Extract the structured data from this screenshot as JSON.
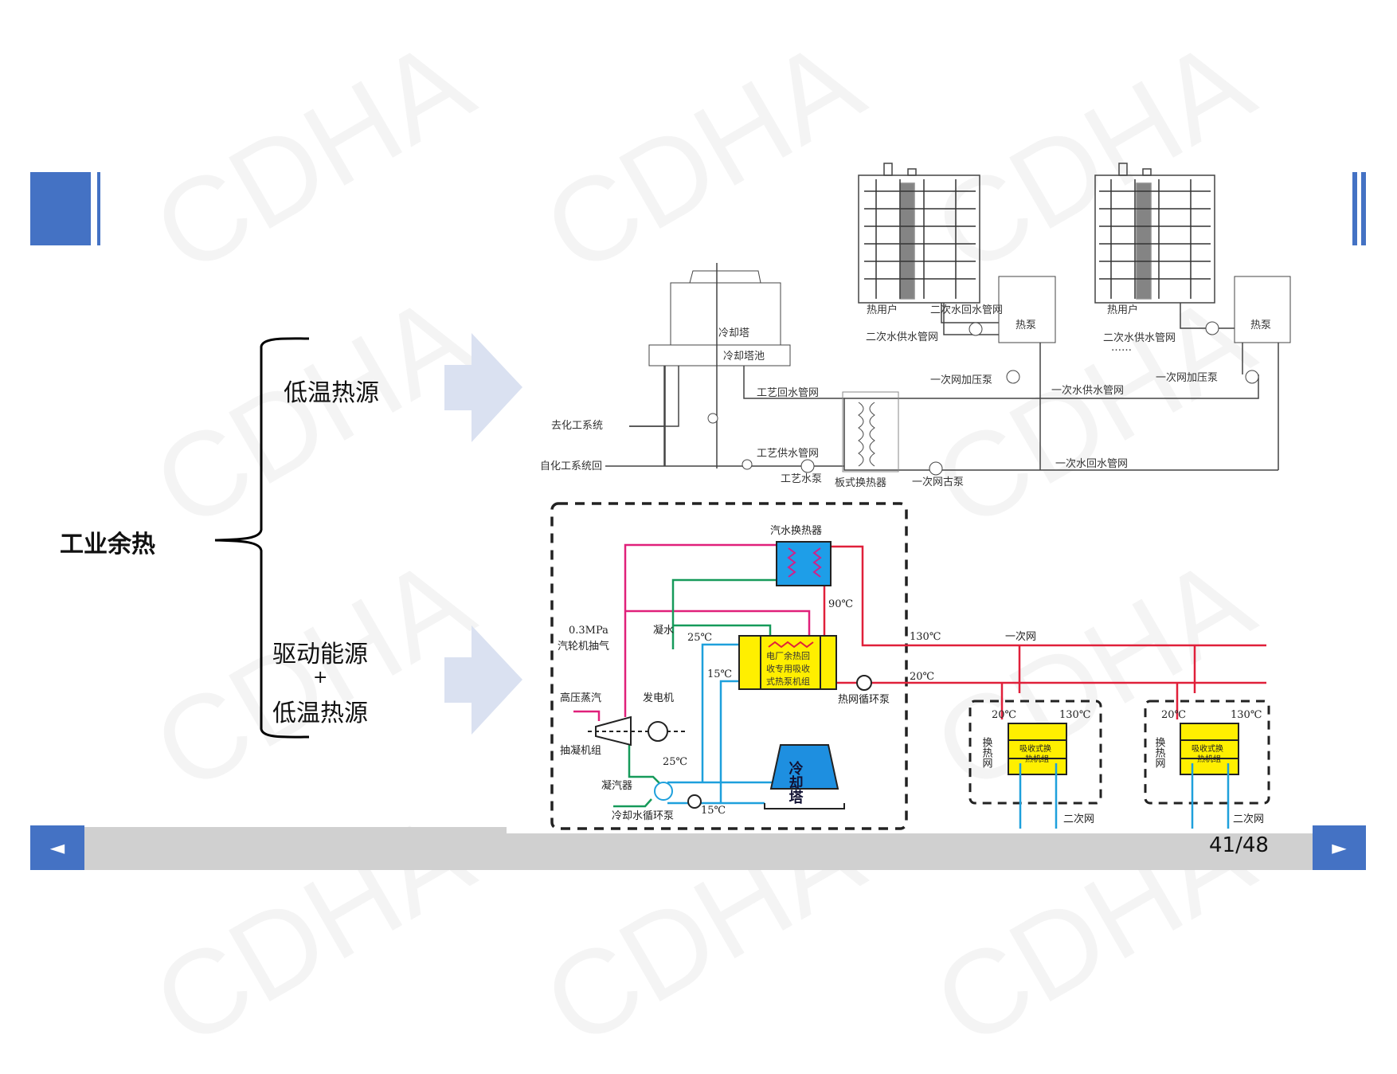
{
  "watermark": "CDHA",
  "left": {
    "main_label": "工业余热",
    "branch_top": "低温热源",
    "branch_bottom_line1": "驱动能源",
    "branch_bottom_plus": "+",
    "branch_bottom_line2": "低温热源"
  },
  "top_diagram": {
    "heat_user_1": "热用户",
    "heat_user_2": "热用户",
    "sec_return_1": "二次水回水管网",
    "sec_supply_1": "二次水供水管网",
    "sec_supply_2": "二次水供水管网",
    "heat_pump_1": "热泵",
    "heat_pump_2": "热泵",
    "ellipsis": "……",
    "cooling_tower": "冷却塔",
    "cooling_pool": "冷却塔池",
    "booster_pump_1": "一次网加压泵",
    "booster_pump_2": "一次网加压泵",
    "process_return": "工艺回水管网",
    "primary_supply": "一次水供水管网",
    "to_chem": "去化工系统",
    "from_chem": "自化工系统回",
    "process_supply": "工艺供水管网",
    "primary_return": "一次水回水管网",
    "process_pump": "工艺水泵",
    "plate_hx": "板式换热器",
    "primary_pump": "一次网古泵"
  },
  "bottom_diagram": {
    "steam_hx": "汽水换热器",
    "t90": "90℃",
    "pressure": "0.3MPa",
    "turbine_extract": "汽轮机抽气",
    "condensate": "凝水",
    "t25a": "25℃",
    "t15a": "15℃",
    "unit_line1": "电厂余热回",
    "unit_line2": "收专用吸收",
    "unit_line3": "式热泵机组",
    "hp_steam": "高压蒸汽",
    "generator": "发电机",
    "turbine": "抽凝机组",
    "t25b": "25℃",
    "condenser": "凝汽器",
    "cw_pump": "冷却水循环泵",
    "t15b": "15℃",
    "cooling_tower": "冷却塔",
    "net_pump": "热网循环泵",
    "t130": "130℃",
    "primary_net": "一次网",
    "t20": "20℃",
    "sub": [
      {
        "t20": "20℃",
        "t130": "130℃",
        "label": "换热网",
        "unit1": "吸收式换",
        "unit2": "热机组",
        "secondary": "二次网"
      },
      {
        "t20": "20℃",
        "t130": "130℃",
        "label": "换热网",
        "unit1": "吸收式换",
        "unit2": "热机组",
        "secondary": "二次网"
      }
    ]
  },
  "nav": {
    "prev": "◄",
    "next": "►",
    "page": "41/48"
  },
  "colors": {
    "accent": "#4472c4",
    "arrow": "#dae1f1",
    "bar": "#d0d0d0",
    "red": "#e0203a",
    "blue": "#1ea0dc",
    "green": "#169a5a",
    "magenta": "#e0207a",
    "yellow": "#ffef00"
  }
}
